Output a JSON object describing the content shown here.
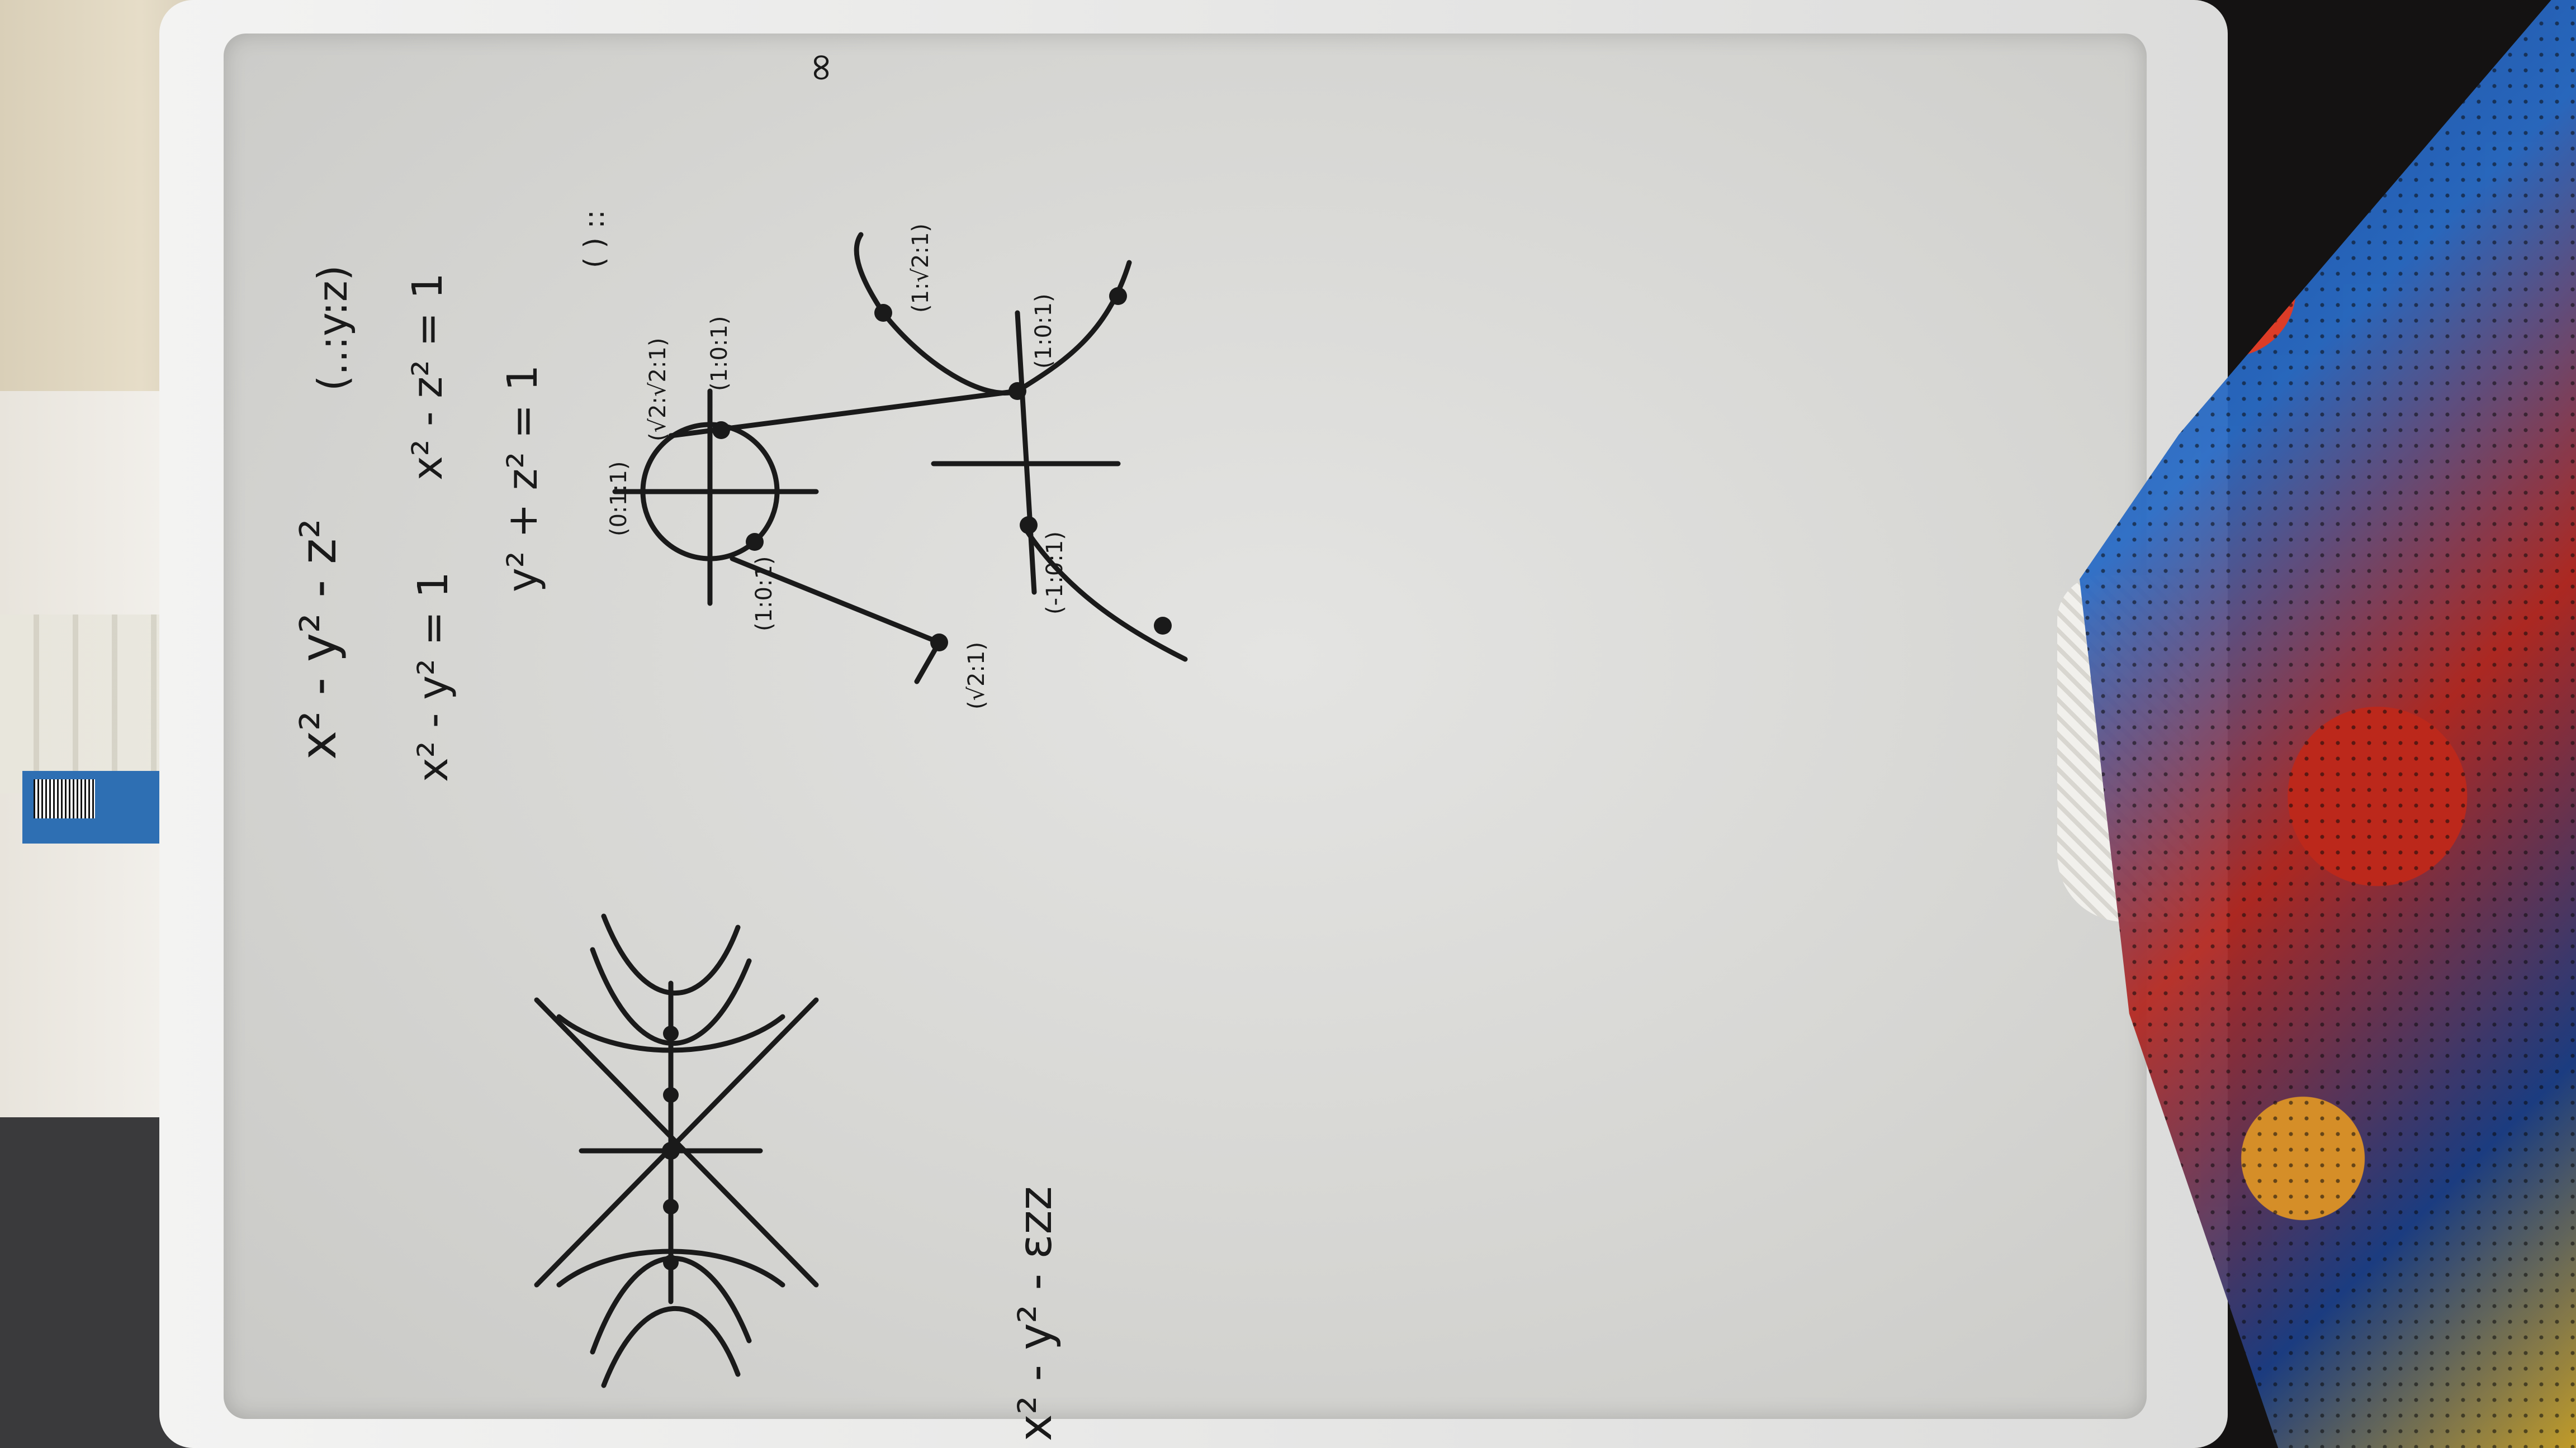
{
  "board": {
    "title_expr": "x² - y² - z²",
    "coords": "(..:y:z)",
    "eq1": "x² - y² = 1",
    "eq2": "x² - z² = 1",
    "eq3": "y² + z² = 1",
    "bottom_expr": "x² - y² - εzz",
    "infinity": "∞",
    "paren_colon": "( ) ::",
    "point_labels": {
      "p1": "(1:√2:1)",
      "p2": "(1:0:1)",
      "p3": "(1:0:1)",
      "p4": "(√2:√2:1)",
      "p5": "(0:1:1)",
      "p6": "(1:0:1)",
      "p7": "(-1:0:1)",
      "p8": "(√2:1)"
    }
  }
}
